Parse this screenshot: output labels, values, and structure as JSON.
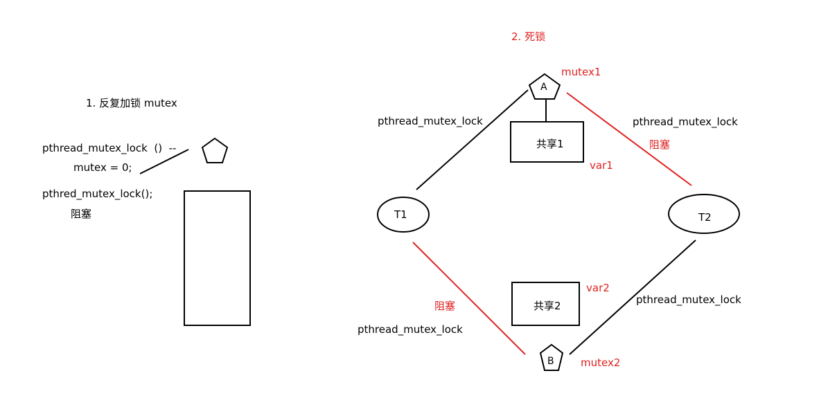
{
  "colors": {
    "ink": "#000000",
    "red": "#e02020",
    "background": "#ffffff"
  },
  "left": {
    "heading": "1. 反复加锁 mutex",
    "code_line1": "pthread_mutex_lock  ()  --",
    "code_line2": "mutex = 0;",
    "code_line3": "pthred_mutex_lock();",
    "blocked_label": "阻塞"
  },
  "right": {
    "heading": "2. 死锁",
    "node_a": "A",
    "node_b": "B",
    "node_t1": "T1",
    "node_t2": "T2",
    "mutex1_label": "mutex1",
    "mutex2_label": "mutex2",
    "shared1": "共享1",
    "shared2": "共享2",
    "var1": "var1",
    "var2": "var2",
    "edge_t1_a": "pthread_mutex_lock",
    "edge_a_t2": "pthread_mutex_lock",
    "edge_a_t2_blocked": "阻塞",
    "edge_t2_b": "pthread_mutex_lock",
    "edge_t1_b": "pthread_mutex_lock",
    "edge_t1_b_blocked": "阻塞"
  }
}
